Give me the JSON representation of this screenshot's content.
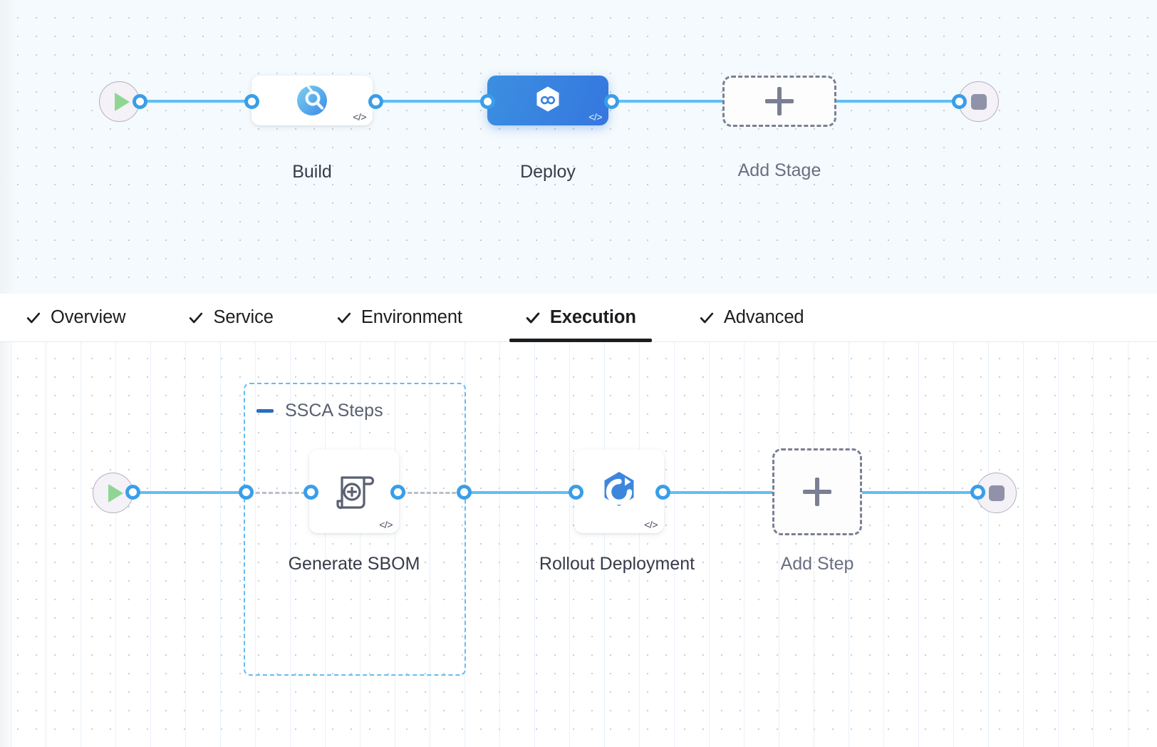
{
  "stage_graph": {
    "start_node": {
      "name": "pipeline-start",
      "icon": "play-icon"
    },
    "end_node": {
      "name": "pipeline-end",
      "icon": "stop-icon"
    },
    "stages": [
      {
        "id": "build",
        "label": "Build",
        "icon": "build-scan-icon",
        "selected": false,
        "code_badge": "</>"
      },
      {
        "id": "deploy",
        "label": "Deploy",
        "icon": "deploy-hexagon-icon",
        "selected": true,
        "code_badge": "</>"
      }
    ],
    "add_stage": {
      "label": "Add Stage",
      "icon": "plus-icon"
    }
  },
  "tabs": {
    "items": [
      {
        "id": "overview",
        "label": "Overview",
        "checked": true,
        "active": false
      },
      {
        "id": "service",
        "label": "Service",
        "checked": true,
        "active": false
      },
      {
        "id": "environment",
        "label": "Environment",
        "checked": true,
        "active": false
      },
      {
        "id": "execution",
        "label": "Execution",
        "checked": true,
        "active": true
      },
      {
        "id": "advanced",
        "label": "Advanced",
        "checked": true,
        "active": false
      }
    ]
  },
  "steps_graph": {
    "start_node": {
      "name": "execution-start",
      "icon": "play-icon"
    },
    "end_node": {
      "name": "execution-end",
      "icon": "stop-icon"
    },
    "group": {
      "id": "ssca-steps",
      "title": "SSCA Steps",
      "collapse_icon": "minus-icon"
    },
    "steps": [
      {
        "id": "generate-sbom",
        "label": "Generate SBOM",
        "icon": "sbom-scroll-icon",
        "code_badge": "</>"
      },
      {
        "id": "rollout-deployment",
        "label": "Rollout Deployment",
        "icon": "rollout-hexagon-icon",
        "code_badge": "</>"
      }
    ],
    "add_step": {
      "label": "Add Step",
      "icon": "plus-icon"
    }
  },
  "colors": {
    "edge": "#5ec0f5",
    "port_ring": "#3a9ee8",
    "selected_node": "#3577e0",
    "group_border": "#63bdf2",
    "canvas_top_bg": "#f4fafd",
    "canvas_bottom_bg": "#ffffff",
    "active_tab_underline": "#1b1d21"
  }
}
